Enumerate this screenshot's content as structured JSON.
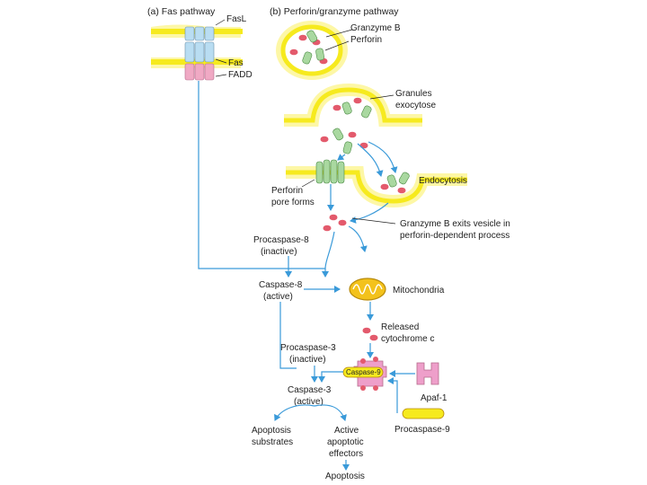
{
  "panel_a": {
    "title": "(a)  Fas pathway",
    "fasl": "FasL",
    "fas": "Fas",
    "fadd": "FADD"
  },
  "panel_b": {
    "title": "(b)  Perforin/granzyme pathway",
    "granzyme_b": "Granzyme B",
    "perforin": "Perforin"
  },
  "labels": {
    "granules_l1": "Granules",
    "granules_l2": "exocytose",
    "endocytosis": "Endocytosis",
    "pore_l1": "Perforin",
    "pore_l2": "pore forms",
    "exit_l1": "Granzyme B exits vesicle in",
    "exit_l2": "perforin-dependent process",
    "procasp8_l1": "Procaspase-8",
    "procasp8_l2": "(inactive)",
    "casp8_l1": "Caspase-8",
    "casp8_l2": "(active)",
    "mito": "Mitochondria",
    "released_l1": "Released",
    "released_l2": "cytochrome c",
    "procasp3_l1": "Procaspase-3",
    "procasp3_l2": "(inactive)",
    "casp9": "Caspase-9",
    "apaf": "Apaf-1",
    "casp3_l1": "Caspase-3",
    "casp3_l2": "(active)",
    "procasp9": "Procaspase-9",
    "subs_l1": "Apoptosis",
    "subs_l2": "substrates",
    "eff_l1": "Active",
    "eff_l2": "apoptotic",
    "eff_l3": "effectors",
    "apoptosis": "Apoptosis"
  },
  "colors": {
    "membrane": "#f6ea1e",
    "membrane_glow": "#fdf7a6",
    "arrow": "#3a9ad9",
    "granzyme": "#e35a6c",
    "perforin": "#a9d8a0",
    "fas_blue": "#b9ddf2",
    "fadd_pink": "#f0a9c4",
    "caspase9_pink": "#ee9fca",
    "mito_fill": "#f3c21c",
    "mito_stroke": "#b88a0a"
  }
}
